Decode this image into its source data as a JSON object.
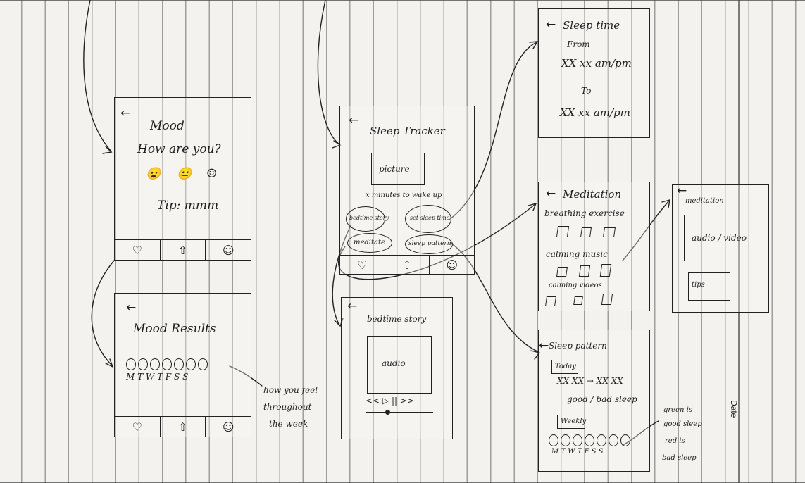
{
  "mood_screen": {
    "back": "←",
    "title": "Mood",
    "question": "How are you?",
    "faces": [
      "😦",
      "😐",
      "☺"
    ],
    "tip": "Tip: mmm",
    "nav": [
      "♡",
      "⇧",
      "☺"
    ]
  },
  "mood_results_screen": {
    "back": "←",
    "title": "Mood Results",
    "days": "M T W T F S S",
    "nav": [
      "♡",
      "⇧",
      "☺"
    ],
    "note": [
      "how you feel",
      "throughout",
      "the week"
    ]
  },
  "sleep_tracker_screen": {
    "back": "←",
    "title": "Sleep Tracker",
    "picture_label": "picture",
    "minutes_text": "x minutes to wake up",
    "bubbles": {
      "bedtime_story": "bedtime story",
      "set_sleep_time": "set sleep time",
      "meditate": "meditate",
      "sleep_pattern": "sleep pattern"
    },
    "nav": [
      "♡",
      "⇧",
      "☺"
    ]
  },
  "bedtime_story_screen": {
    "back": "←",
    "title": "bedtime story",
    "audio_label": "audio",
    "controls": "<<  ▷  ||  >>"
  },
  "sleep_time_screen": {
    "back": "←",
    "title": "Sleep time",
    "from_label": "From",
    "from_value": "XX xx am/pm",
    "to_label": "To",
    "to_value": "XX xx am/pm"
  },
  "meditation_screen": {
    "back": "←",
    "title": "Meditation",
    "section1": "breathing exercise",
    "section2": "calming music",
    "section3": "calming videos"
  },
  "meditation_detail_screen": {
    "back": "←",
    "title": "meditation",
    "media_label": "audio / video",
    "tips_label": "tips"
  },
  "sleep_pattern_screen": {
    "back": "←",
    "title": "Sleep pattern",
    "today_label": "Today",
    "time_range": "XX XX → XX XX",
    "quality": "good / bad sleep",
    "weekly_label": "Weekly",
    "days": "M T W T F S S",
    "legend": [
      "green is",
      "good sleep",
      "red is",
      "bad sleep"
    ]
  },
  "margin_text": {
    "date_label": "Date"
  }
}
